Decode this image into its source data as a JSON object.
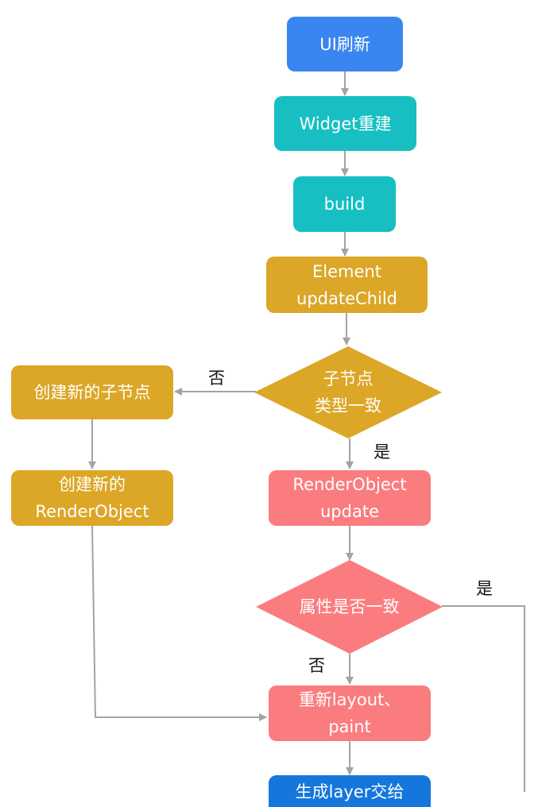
{
  "colors": {
    "start": "#3a86f0",
    "widget": "#17bfc2",
    "element": "#dca626",
    "render": "#fa7c7f",
    "final": "#1577db",
    "arrow": "#a3a3a3"
  },
  "nodes": {
    "ui_refresh": "UI刷新",
    "widget_rebuild": "Widget重建",
    "build": "build",
    "element_line1": "Element",
    "element_line2": "updateChild",
    "create_child": "创建新的子节点",
    "create_ro_line1": "创建新的",
    "create_ro_line2": "RenderObject",
    "ro_update_line1": "RenderObject",
    "ro_update_line2": "update",
    "relayout_line1": "重新layout、",
    "relayout_line2": "paint",
    "generate_layer": "生成layer交给"
  },
  "decisions": {
    "same_type_line1": "子节点",
    "same_type_line2": "类型一致",
    "same_props": "属性是否一致"
  },
  "edge_labels": {
    "type_no": "否",
    "type_yes": "是",
    "props_yes": "是",
    "props_no": "否"
  }
}
